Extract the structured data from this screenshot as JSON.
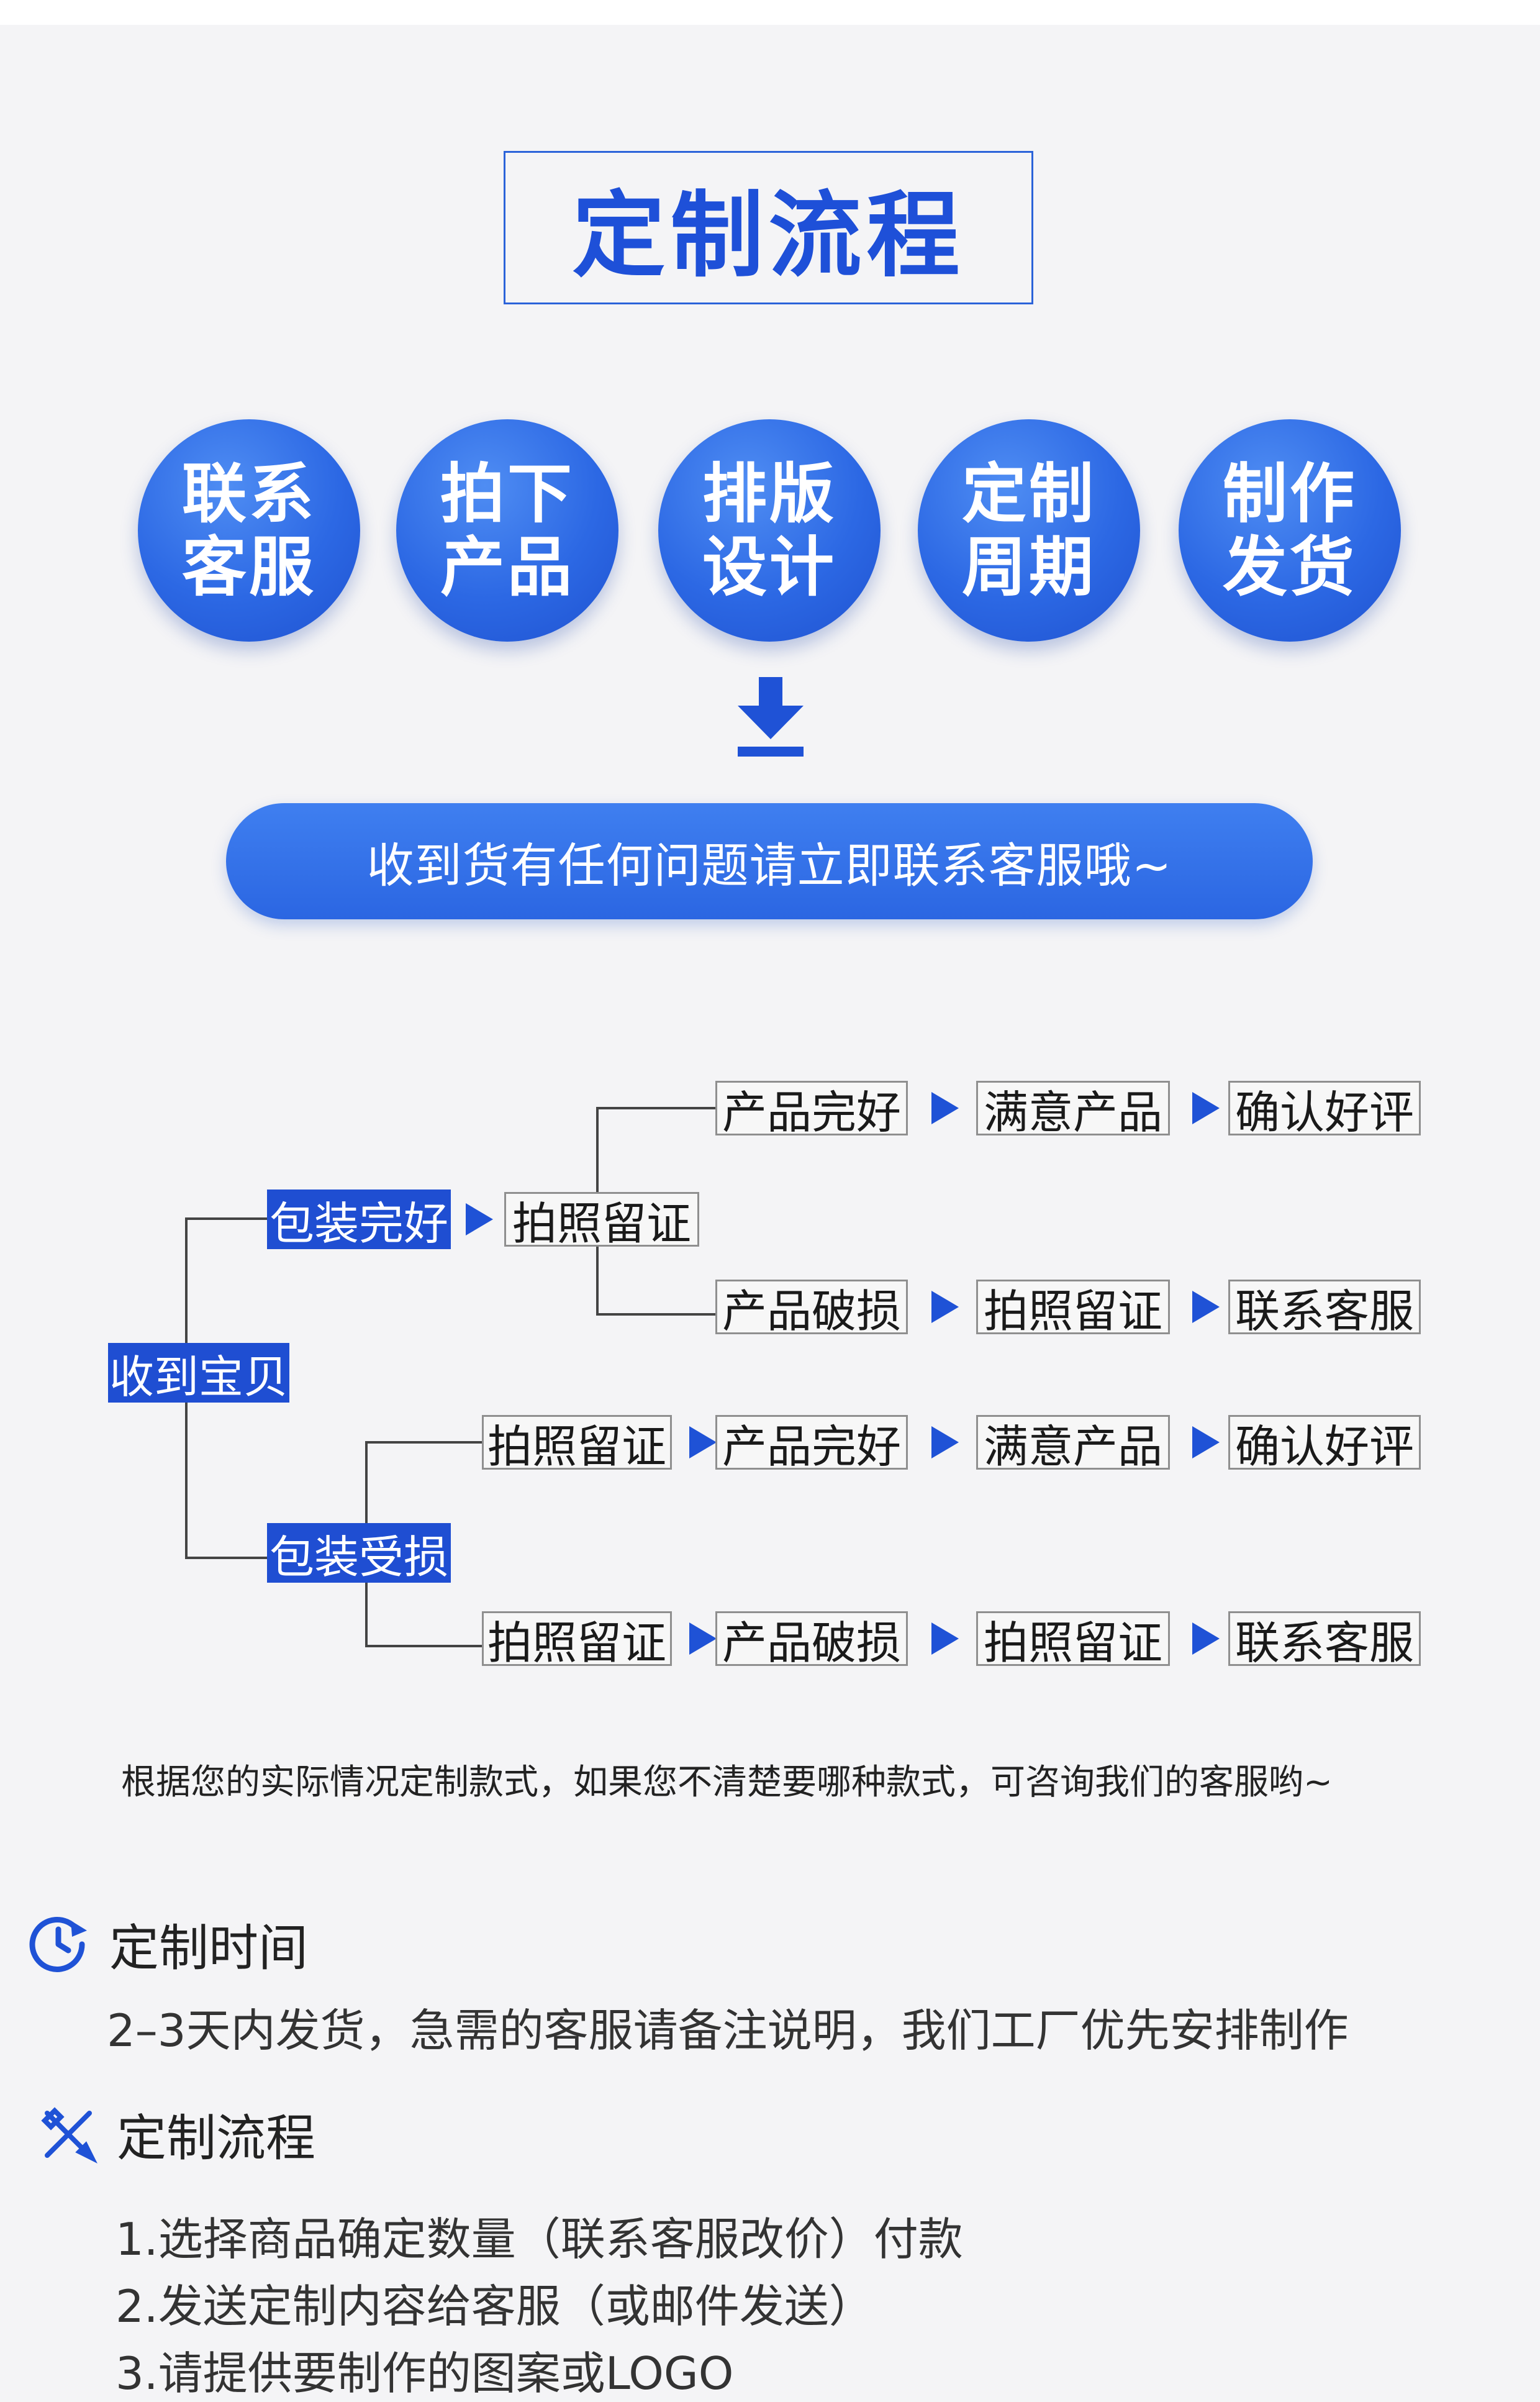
{
  "header": {
    "title": "定制流程"
  },
  "steps": [
    {
      "line1": "联系",
      "line2": "客服"
    },
    {
      "line1": "拍下",
      "line2": "产品"
    },
    {
      "line1": "排版",
      "line2": "设计"
    },
    {
      "line1": "定制",
      "line2": "周期"
    },
    {
      "line1": "制作",
      "line2": "发货"
    }
  ],
  "banner": {
    "text": "收到货有任何问题请立即联系客服哦~"
  },
  "flow": {
    "root": "收到宝贝",
    "good_pack": "包装完好",
    "bad_pack": "包装受损",
    "photo": "拍照留证",
    "row1": [
      "产品完好",
      "满意产品",
      "确认好评"
    ],
    "row2": [
      "产品破损",
      "拍照留证",
      "联系客服"
    ],
    "row3": [
      "拍照留证",
      "产品完好",
      "满意产品",
      "确认好评"
    ],
    "row4": [
      "拍照留证",
      "产品破损",
      "拍照留证",
      "联系客服"
    ]
  },
  "note": "根据您的实际情况定制款式，如果您不清楚要哪种款式，可咨询我们的客服哟~",
  "time_section": {
    "title": "定制时间",
    "text": "2–3天内发货，急需的客服请备注说明，我们工厂优先安排制作"
  },
  "process_section": {
    "title": "定制流程",
    "items": [
      "1.选择商品确定数量（联系客服改价）付款",
      "2.发送定制内容给客服（或邮件发送）",
      "3.请提供要制作的图案或LOGO"
    ]
  },
  "colors": {
    "accent": "#1f4ed2",
    "background": "#f4f4f6"
  },
  "icons": {
    "time": "clock-icon",
    "process": "tools-icon",
    "arrow": "download-arrow-icon"
  }
}
